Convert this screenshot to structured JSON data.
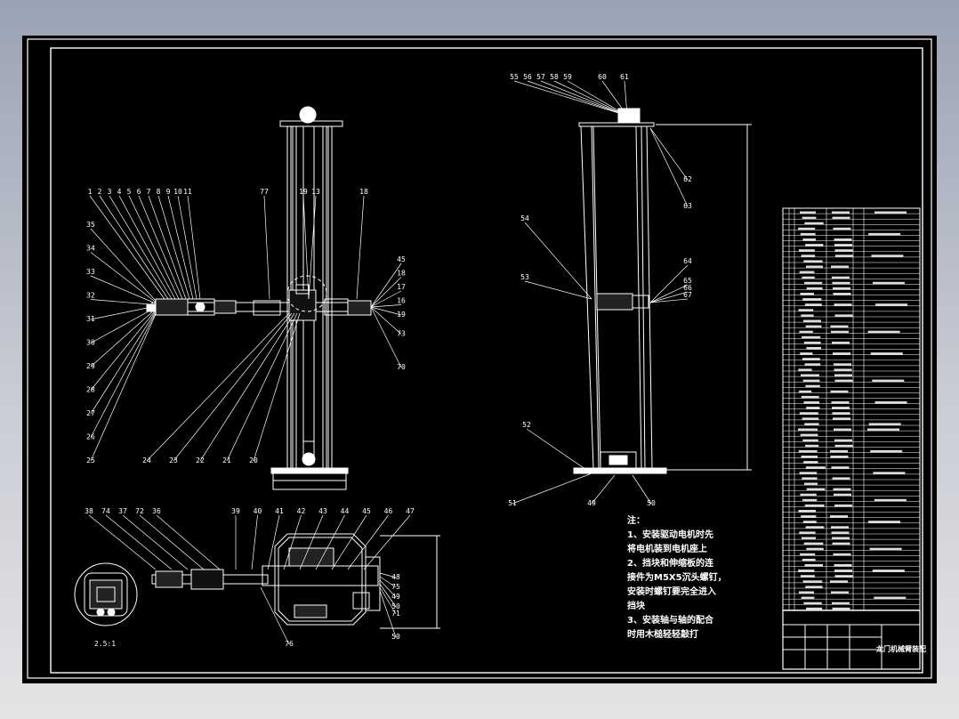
{
  "drawing": {
    "view1_top_labels": [
      "1",
      "2",
      "3",
      "4",
      "5",
      "6",
      "7",
      "8",
      "9",
      "10",
      "11",
      "77",
      "19",
      "13",
      "18"
    ],
    "view1_left_labels": [
      "35",
      "34",
      "33",
      "32",
      "31",
      "30",
      "29",
      "28",
      "27",
      "26",
      "25"
    ],
    "view1_right_labels": [
      "45",
      "18",
      "17",
      "16",
      "19",
      "73",
      "70"
    ],
    "view1_bottom_labels": [
      "24",
      "23",
      "22",
      "21",
      "20"
    ],
    "view2_top_labels": [
      "55",
      "56",
      "57",
      "58",
      "59",
      "60",
      "61"
    ],
    "view2_right_labels": [
      "62",
      "63",
      "64",
      "65",
      "66",
      "67"
    ],
    "view2_left_labels": [
      "54",
      "53",
      "52",
      "51"
    ],
    "view2_bottom_labels": [
      "49",
      "50"
    ],
    "view3_top_labels": [
      "38",
      "74",
      "37",
      "72",
      "36",
      "39",
      "40",
      "41",
      "42",
      "43",
      "44",
      "45",
      "46",
      "47"
    ],
    "view3_right_labels": [
      "48",
      "75",
      "49",
      "50",
      "71",
      "50"
    ],
    "view3_bottom_labels": [
      "76"
    ],
    "detail_scale": "2.5:1",
    "notes": {
      "heading": "注：",
      "lines": [
        "1、安装驱动电机时先",
        "将电机装到电机座上",
        "2、挡块和伸缩板的连",
        "接件为M5X5沉头螺钉，",
        "安装时螺钉要完全进入",
        "挡块",
        "3、安装轴与轴的配合",
        "时用木槌轻轻敲打"
      ]
    },
    "title_block": {
      "name": "龙门机械臂装配"
    }
  }
}
